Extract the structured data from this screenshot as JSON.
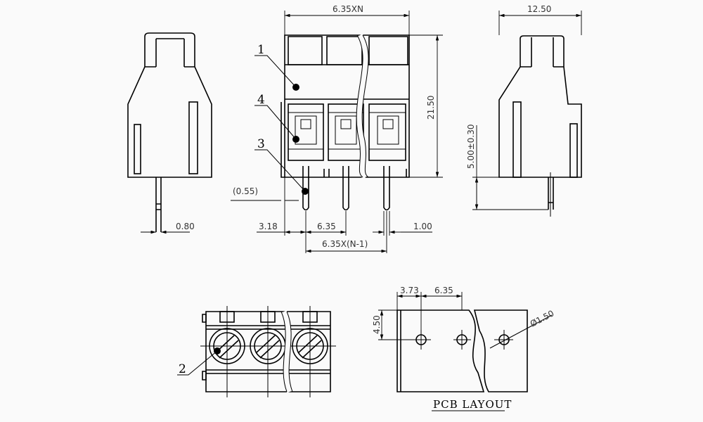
{
  "title": "PCB LAYOUT",
  "dimensions": {
    "width_total": "6.35XN",
    "height": "21.50",
    "pin_offset": "(0.55)",
    "edge_to_pin": "3.18",
    "pitch": "6.35",
    "pin_span": "6.35X(N-1)",
    "pin_width": "1.00",
    "side_pin_width": "0.80",
    "depth": "12.50",
    "pin_length": "5.00±0.30",
    "pcb_edge": "3.73",
    "pcb_pitch": "6.35",
    "pcb_row": "4.50",
    "hole_diameter": "Ø1.50"
  },
  "callouts": [
    "1",
    "2",
    "3",
    "4"
  ]
}
